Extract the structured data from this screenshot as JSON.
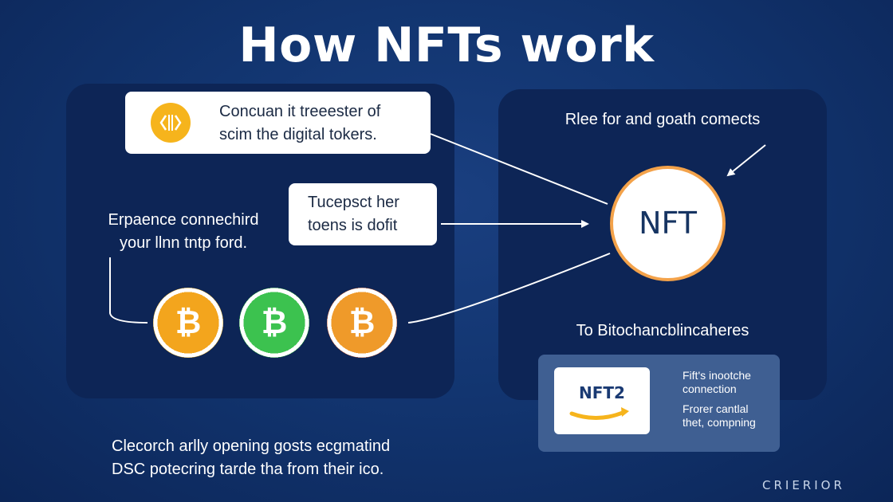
{
  "title": "How NFTs work",
  "card_top": {
    "line1": "Concuan it treeester of",
    "line2": "scim the digital tokers."
  },
  "card_mid": {
    "line1": "Tucepsct her",
    "line2": "toens is dofit"
  },
  "side_text": {
    "line1": "Erpaence connechird",
    "line2": "your llnn tntp ford."
  },
  "coins": [
    {
      "glyph": "₿",
      "color": "#f3a51d"
    },
    {
      "glyph": "₿",
      "color": "#3cc24f"
    },
    {
      "glyph": "₿",
      "color": "#ef9a2a"
    }
  ],
  "right_top_text": "Rlee for and goath comects",
  "nft_label": "NFT",
  "right_mid_text": "To Bitochancblincaheres",
  "mini": {
    "card_label": "NFT2",
    "item1": {
      "line1": "Fift's inootche",
      "line2": "connection"
    },
    "item2": {
      "line1": "Frorer cantlal",
      "line2": "thet, compning"
    }
  },
  "bottom_text": {
    "line1": "Clecorch arlly  opening gosts ecgmatind",
    "line2": "DSC potecring tarde tha from their ico."
  },
  "brand": "CRIERIOR",
  "colors": {
    "background": "#123570",
    "panel": "#0d2556",
    "accent_orange": "#f3a24a",
    "accent_yellow": "#f6b41c",
    "accent_green": "#3cc24f"
  }
}
